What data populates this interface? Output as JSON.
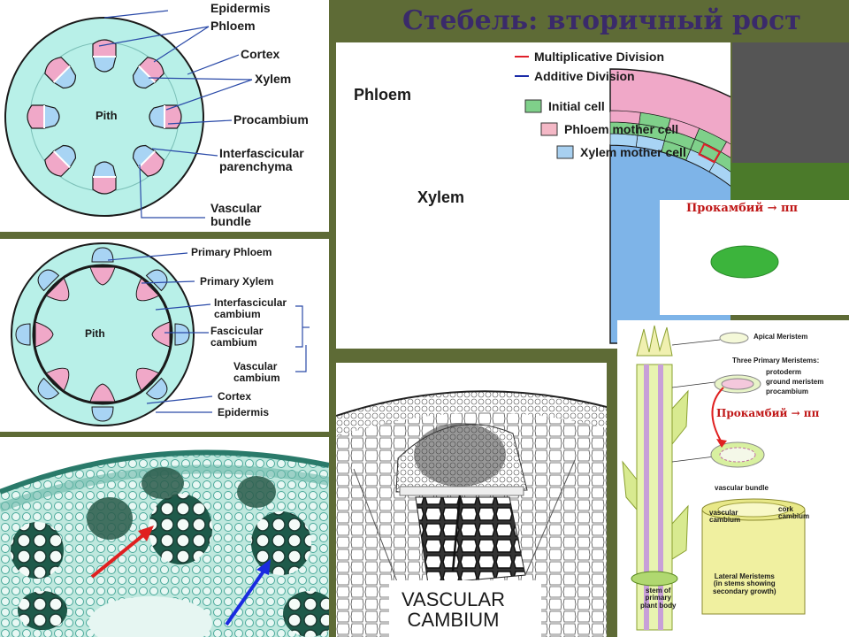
{
  "title": "Стебель: вторичный рост",
  "panel1": {
    "labels": {
      "epidermis": "Epidermis",
      "phloem": "Phloem",
      "cortex": "Cortex",
      "xylem": "Xylem",
      "pith": "Pith",
      "procambium": "Procambium",
      "interfascicular": "Interfascicular\nparenchyma",
      "vascular_bundle": "Vascular\nbundle"
    }
  },
  "panel2": {
    "labels": {
      "primary_phloem": "Primary Phloem",
      "primary_xylem": "Primary Xylem",
      "interfascicular_cambium": "Interfascicular\ncambium",
      "fascicular_cambium": "Fascicular\ncambium",
      "vascular_cambium": "Vascular\ncambium",
      "cortex": "Cortex",
      "epidermis": "Epidermis",
      "pith": "Pith"
    }
  },
  "panel3": {
    "phloem": "Phloem",
    "xylem": "Xylem",
    "legend": [
      {
        "label": "Multiplicative Division",
        "color": "#e0202a",
        "kind": "line"
      },
      {
        "label": "Additive Division",
        "color": "#1a2aa8",
        "kind": "line"
      },
      {
        "label": "Initial cell",
        "color": "#7fd08a",
        "kind": "box"
      },
      {
        "label": "Phloem mother cell",
        "color": "#f4b8c6",
        "kind": "box"
      },
      {
        "label": "Xylem mother cell",
        "color": "#a8d0f0",
        "kind": "box"
      }
    ]
  },
  "panel4": {
    "caption": "Прокамбий → пп"
  },
  "panel5": {
    "label": "VASCULAR\nCAMBIUM"
  },
  "panel6": {
    "apical_meristem": "Apical Meristem",
    "three_primary": "Three Primary Meristems:",
    "protoderm": "protoderm",
    "ground_meristem": "ground meristem",
    "procambium": "procambium",
    "caption": "Прокамбий → пп",
    "vascular_bundle": "vascular bundle",
    "vascular_cambium": "vascular\ncambium",
    "cork_cambium": "cork\ncambium",
    "lateral": "Lateral Meristems\n(in stems showing\nsecondary growth)",
    "stem_primary": "stem of\nprimary\nplant body"
  },
  "colors": {
    "phloem_pink": "#f0a8c8",
    "xylem_blue": "#a8d4f4",
    "cortex_cyan": "#b8f0e8",
    "procambium_green": "#3cb43c",
    "title_purple": "#3a2a6a",
    "slide_green": "#5e6b36"
  }
}
